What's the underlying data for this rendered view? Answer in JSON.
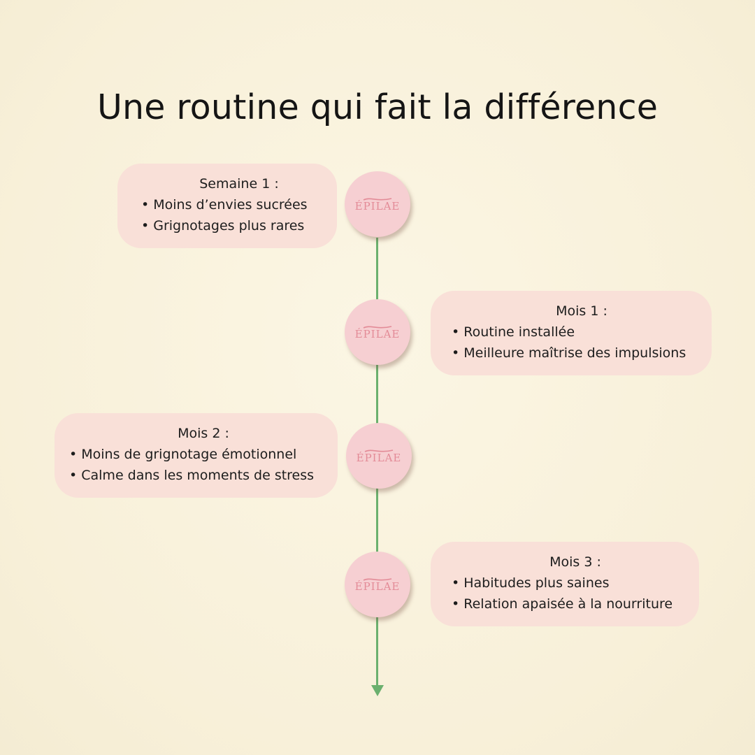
{
  "title": "Une routine qui fait la différence",
  "brand_badge_text": "ÉPILAE",
  "colors": {
    "background": "#f9f2dd",
    "card": "#f9e0d8",
    "badge": "#f6cfd2",
    "badge_text": "#e38b97",
    "timeline": "#6bb06e"
  },
  "milestones": [
    {
      "heading": "Semaine 1 :",
      "items": [
        "• Moins d’envies sucrées",
        "• Grignotages plus rares"
      ]
    },
    {
      "heading": "Mois 1 :",
      "items": [
        "• Routine installée",
        "• Meilleure maîtrise des impulsions"
      ]
    },
    {
      "heading": "Mois 2 :",
      "items": [
        "• Moins de grignotage émotionnel",
        "• Calme dans les moments de stress"
      ]
    },
    {
      "heading": "Mois 3 :",
      "items": [
        "• Habitudes plus saines",
        "• Relation apaisée à la nourriture"
      ]
    }
  ]
}
